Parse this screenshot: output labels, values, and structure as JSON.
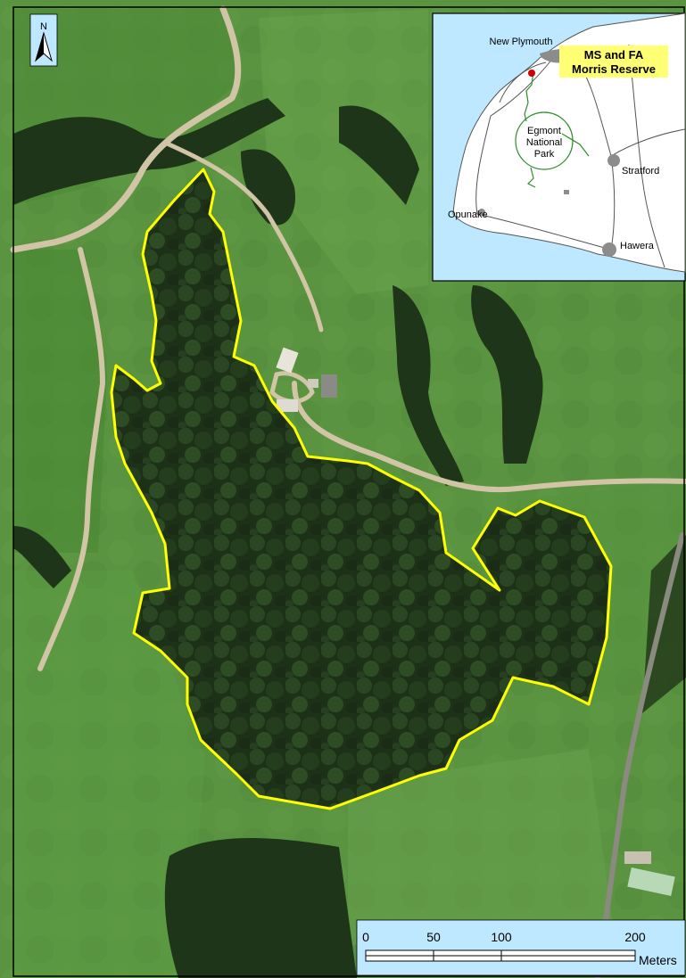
{
  "north_arrow": {
    "label": "N"
  },
  "inset": {
    "title_line1": "MS and FA",
    "title_line2": "Morris Reserve",
    "towns": {
      "new_plymouth": "New Plymouth",
      "stratford": "Stratford",
      "opunake": "Opunake",
      "hawera": "Hawera"
    },
    "park_line1": "Egmont",
    "park_line2": "National",
    "park_line3": "Park"
  },
  "scale_bar": {
    "ticks": [
      "0",
      "50",
      "100",
      "200"
    ],
    "units": "Meters"
  },
  "colors": {
    "boundary": "#ffff00",
    "sea": "#bee8ff",
    "land": "#ffffff",
    "park": "#2e8b2e",
    "urban": "#8c8c8c",
    "site_marker": "#cc0000",
    "title_highlight": "#ffff73",
    "pasture": "#4f8a3a",
    "forest": "#1c2f18"
  }
}
